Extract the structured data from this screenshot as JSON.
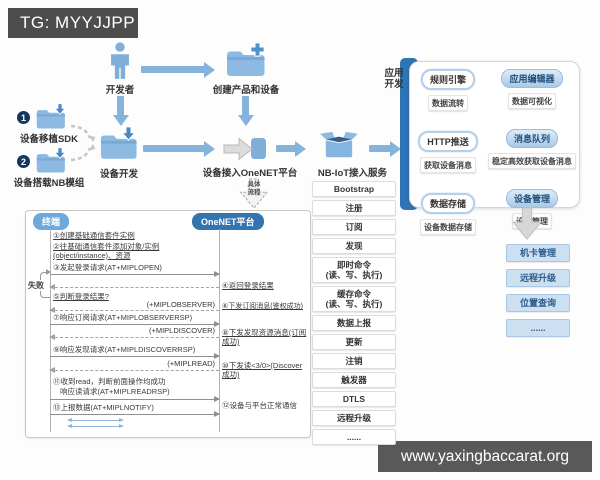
{
  "banners": {
    "top_left": "TG: MYYJJPP",
    "bottom_right": "www.yaxingbaccarat.org"
  },
  "flow": {
    "developer": "开发者",
    "create_product": "创建产品和设备",
    "badge_1": "1",
    "sdk_label": "设备移植SDK",
    "badge_2": "2",
    "nb_module_label": "设备搭载NB模组",
    "device_dev": "设备开发",
    "access_onenet": "设备接入OneNET平台",
    "nbiot_service": "NB-IoT接入服务",
    "detail_flow": "具体\n流程"
  },
  "protocols": {
    "items": [
      "Bootstrap",
      "注册",
      "订阅",
      "发现",
      "即时命令\n(读、写、执行)",
      "缓存命令\n(读、写、执行)",
      "数据上报",
      "更新",
      "注销",
      "触发器",
      "DTLS",
      "远程升级",
      "......"
    ]
  },
  "app_panel": {
    "title": "应用\n开发",
    "features": [
      {
        "badge": "规则引擎",
        "desc": "数据流转"
      },
      {
        "badge": "应用编辑器",
        "desc": "数据可视化"
      },
      {
        "badge": "HTTP推送",
        "desc": "获取设备消息"
      },
      {
        "badge": "消息队列",
        "desc": "稳定高效获取设备消息"
      },
      {
        "badge": "数据存储",
        "desc": "设备数据存储"
      },
      {
        "badge": "设备管理",
        "desc": "设备管理"
      }
    ]
  },
  "management": {
    "items": [
      "机卡管理",
      "远程升级",
      "位置查询",
      "......"
    ]
  },
  "sequence": {
    "terminal": "终端",
    "platform": "OneNET平台",
    "fail": "失败",
    "note1": "①创建基础通信套件实例",
    "note2_line1": "②往基础通信套件添加对象/实例",
    "note2_line2": "(object/instance)、资源",
    "msg3": "③发起登录请求(AT+MIPLOPEN)",
    "msg4": "④返回登录结果",
    "note5": "⑤判断登录结果?",
    "tag6": "(+MIPLOBSERVER)",
    "msg6": "⑥下发订阅消息(鉴权成功)",
    "msg7": "⑦响应订阅请求(AT+MIPLOBSERVERSP)",
    "tag8": "(+MIPLDISCOVER)",
    "msg8": "⑧下发发现资源消息(订阅成功)",
    "msg9": "⑨响应发现请求(AT+MIPLDISCOVERRSP)",
    "tag10": "(+MIPLREAD)",
    "msg10": "⑩下发读<3/0>(Discover成功)",
    "msg11_line1": "⑪收到read，判断前面操作均成功",
    "msg11_line2": "响应读请求(AT+MIPLREADRSP)",
    "msg13": "⑬上报数据(AT+MIPLNOTIFY)",
    "msg12": "⑫设备与平台正常通信"
  }
}
